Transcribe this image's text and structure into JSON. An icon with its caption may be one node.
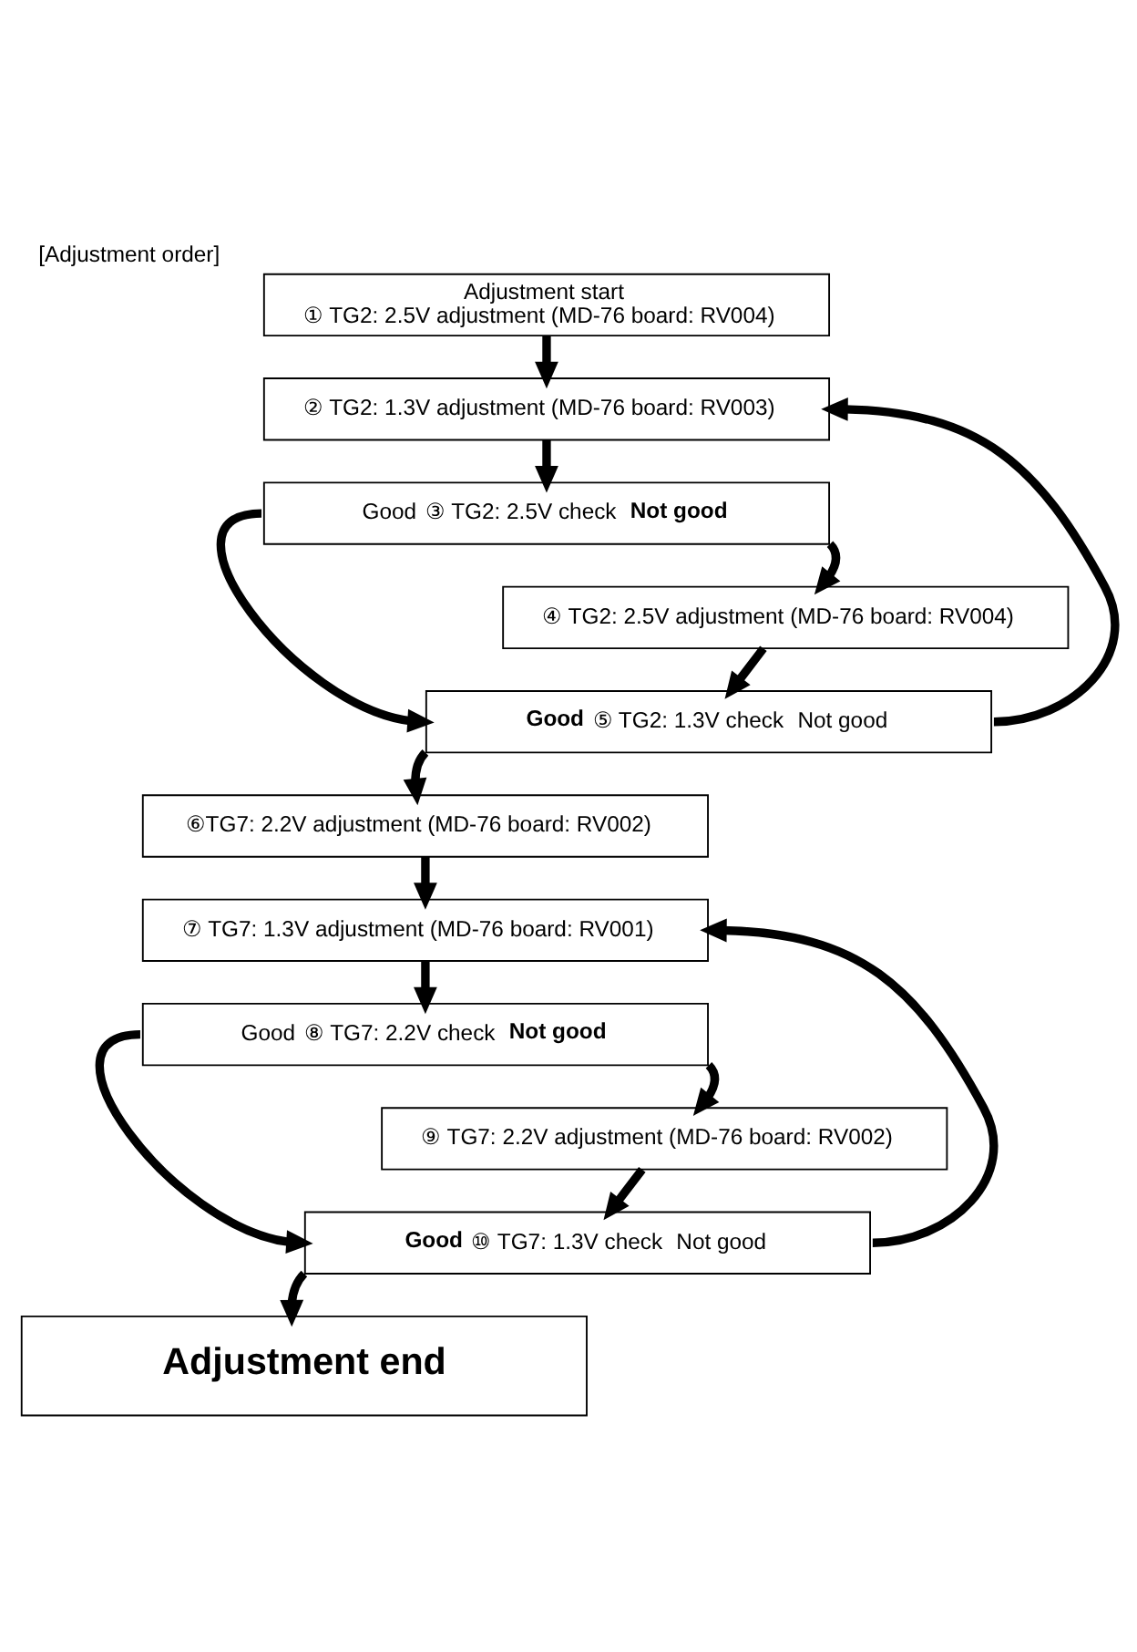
{
  "diagram": {
    "title": "[Adjustment order]",
    "nodes": [
      {
        "text": [
          "Adjustment start",
          "① TG2: 2.5V adjustment (MD-76 board: RV004)"
        ]
      },
      {
        "text": [
          "② TG2: 1.3V adjustment (MD-76 board: RV003)"
        ]
      },
      {
        "text": [
          "Good",
          "③ TG2: 2.5V check",
          "Not good"
        ]
      },
      {
        "text": [
          "④ TG2: 2.5V adjustment (MD-76 board: RV004)"
        ]
      },
      {
        "text": [
          "Good",
          "⑤ TG2: 1.3V check",
          "Not good"
        ]
      },
      {
        "text": [
          "⑥TG7: 2.2V adjustment (MD-76 board: RV002)"
        ]
      },
      {
        "text": [
          "⑦ TG7: 1.3V adjustment (MD-76 board: RV001)"
        ]
      },
      {
        "text": [
          "Good",
          "⑧ TG7: 2.2V check",
          "Not good"
        ]
      },
      {
        "text": [
          "⑨ TG7: 2.2V adjustment (MD-76 board: RV002)"
        ]
      },
      {
        "text": [
          "Good",
          "⑩ TG7: 1.3V check",
          "Not good"
        ]
      },
      {
        "text": [
          "Adjustment end"
        ]
      }
    ],
    "edges": [
      {
        "from": 0,
        "to": 1,
        "arrow": "to"
      },
      {
        "from": 1,
        "to": 2,
        "arrow": "to"
      },
      {
        "from": 2,
        "to": 4,
        "arrow": "to"
      },
      {
        "from": 2,
        "to": 3,
        "arrow": "to"
      },
      {
        "from": 3,
        "to": 4,
        "arrow": "to"
      },
      {
        "from": 4,
        "to": 1,
        "arrow": "to"
      },
      {
        "from": 4,
        "to": 5,
        "arrow": "to"
      },
      {
        "from": 5,
        "to": 6,
        "arrow": "to"
      },
      {
        "from": 6,
        "to": 7,
        "arrow": "to"
      },
      {
        "from": 7,
        "to": 9,
        "arrow": "to"
      },
      {
        "from": 7,
        "to": 8,
        "arrow": "to"
      },
      {
        "from": 8,
        "to": 9,
        "arrow": "to"
      },
      {
        "from": 9,
        "to": 6,
        "arrow": "to"
      },
      {
        "from": 9,
        "to": 10,
        "arrow": "to"
      }
    ]
  }
}
